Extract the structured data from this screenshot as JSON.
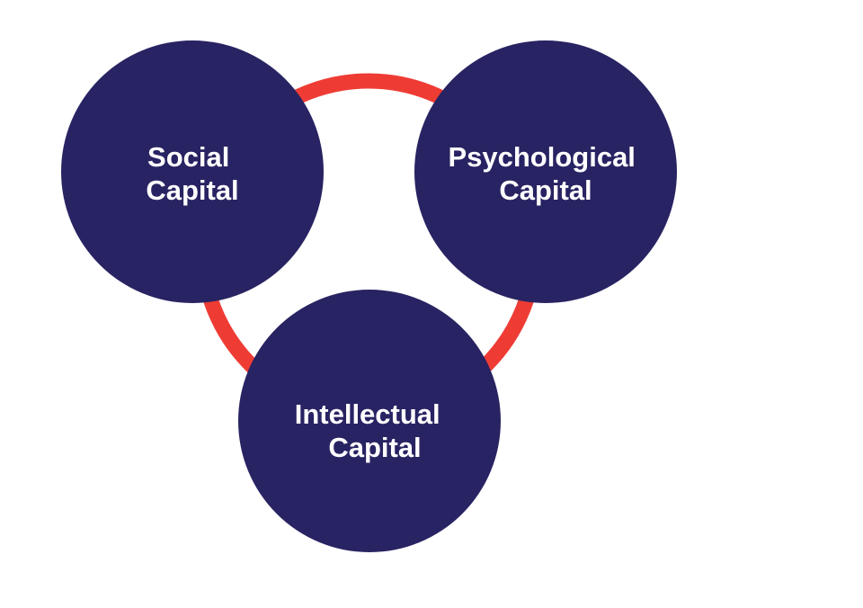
{
  "diagram": {
    "colors": {
      "circle_fill": "#282362",
      "ring_stroke": "#ee3c35",
      "text": "#ffffff",
      "background": "#ffffff"
    },
    "nodes": [
      {
        "id": "social",
        "line1": "Social",
        "line2": "Capital"
      },
      {
        "id": "psychological",
        "line1": "Psychological",
        "line2": "Capital"
      },
      {
        "id": "intellectual",
        "line1": "Intellectual",
        "line2": "Capital"
      }
    ]
  }
}
